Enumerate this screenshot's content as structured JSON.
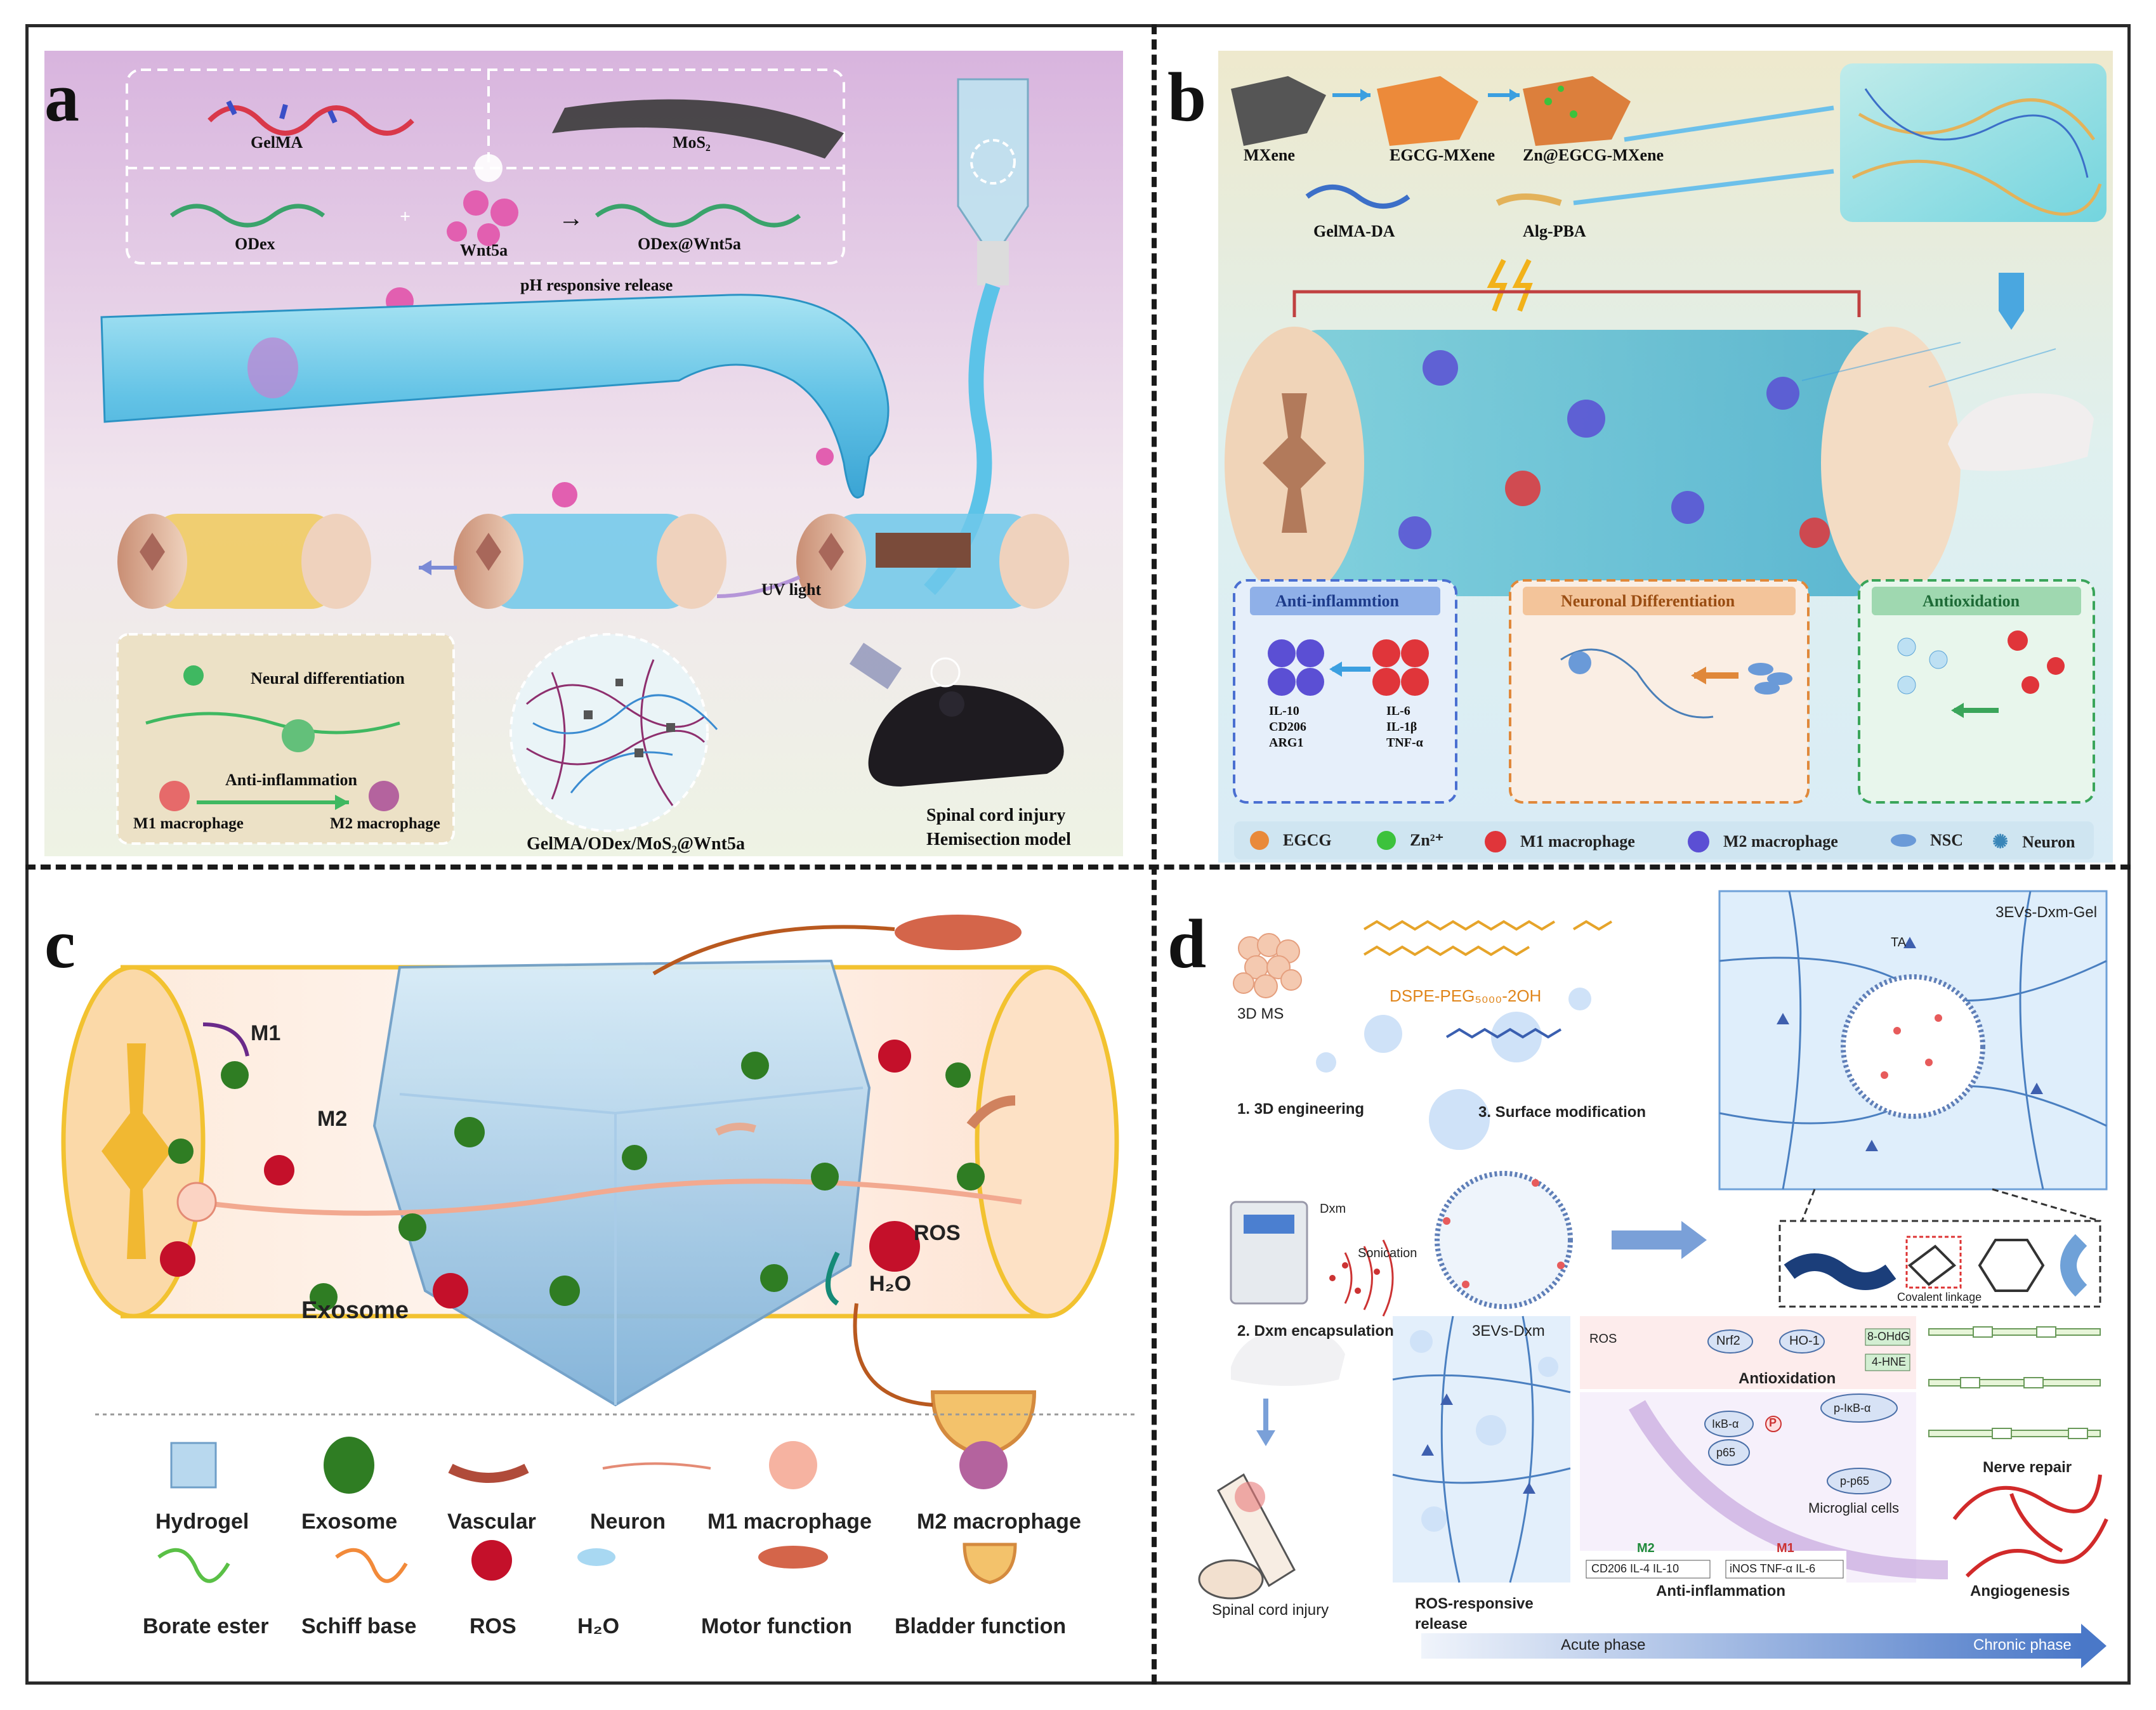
{
  "panels": {
    "a": {
      "letter": "a",
      "gelma": "GelMA",
      "mos2": "MoS₂",
      "odex": "ODex",
      "plus": "+",
      "wnt5a": "Wnt5a",
      "arrow": "→",
      "odex_wnt5a": "ODex@Wnt5a",
      "ph_release": "pH responsive release",
      "uv_light": "UV light",
      "neural_diff": "Neural differentiation",
      "anti_inflam": "Anti-inflammation",
      "m1": "M1 macrophage",
      "m2": "M2 macrophage",
      "composite": "GelMA/ODex/MoS₂@Wnt5a",
      "sci_line1": "Spinal cord injury",
      "sci_line2": "Hemisection model"
    },
    "b": {
      "letter": "b",
      "mxene": "MXene",
      "egcg_mxene": "EGCG-MXene",
      "zn_egcg_mxene": "Zn@EGCG-MXene",
      "gelma_da": "GelMA-DA",
      "alg_pba": "Alg-PBA",
      "box1_title": "Anti-inflammtion",
      "box2_title": "Neuronal Differentiation",
      "box3_title": "Antioxidation",
      "m2_markers": [
        "IL-10",
        "CD206",
        "ARG1"
      ],
      "m1_markers": [
        "IL-6",
        "IL-1β",
        "TNF-α"
      ],
      "legend": [
        "EGCG",
        "Zn²⁺",
        "M1 macrophage",
        "M2 macrophage",
        "NSC",
        "Neuron"
      ],
      "colors": {
        "egcg": "#e98a3a",
        "zn": "#3cc23c",
        "m1": "#e0353a",
        "m2": "#5b4fd4",
        "nsc": "#6a9ad8",
        "neuron": "#3a86b8"
      }
    },
    "c": {
      "letter": "c",
      "m1": "M1",
      "m2": "M2",
      "ros": "ROS",
      "h2o": "H₂O",
      "exosome": "Exosome",
      "legend": [
        "Hydrogel",
        "Exosome",
        "Vascular",
        "Neuron",
        "M1 macrophage",
        "M2 macrophage",
        "Borate ester",
        "Schiff base",
        "ROS",
        "H₂O",
        "Motor function",
        "Bladder function"
      ]
    },
    "d": {
      "letter": "d",
      "ms3d": "3D MS",
      "dspe": "DSPE-PEG₅₀₀₀-2OH",
      "step1": "1. 3D engineering",
      "step2": "2. Dxm encapsulation",
      "step3": "3. Surface modification",
      "dxm": "Dxm",
      "sonication": "Sonication",
      "evs": "3EVs-Dxm",
      "gel": "3EVs-Dxm-Gel",
      "ta": "TA",
      "covalent": "Covalent linkage",
      "ros": "ROS",
      "nrf2": "Nrf2",
      "ho1": "HO-1",
      "ohdg": "8-OHdG",
      "hne": "4-HNE",
      "antiox": "Antioxidation",
      "p": "P",
      "pikba": "p-IκB-α",
      "ikba": "IκB-α",
      "p65": "p65",
      "pp65": "p-p65",
      "microglia": "Microglial cells",
      "m2": "M2",
      "m1": "M1",
      "m2_markers": "CD206  IL-4  IL-10",
      "m1_markers": "iNOS  TNF-α  IL-6",
      "anti_inflam": "Anti-inflammation",
      "nerve_repair": "Nerve repair",
      "angiogenesis": "Angiogenesis",
      "sci": "Spinal cord injury",
      "ros_release_1": "ROS-responsive",
      "ros_release_2": "release",
      "acute": "Acute phase",
      "chronic": "Chronic phase"
    }
  }
}
